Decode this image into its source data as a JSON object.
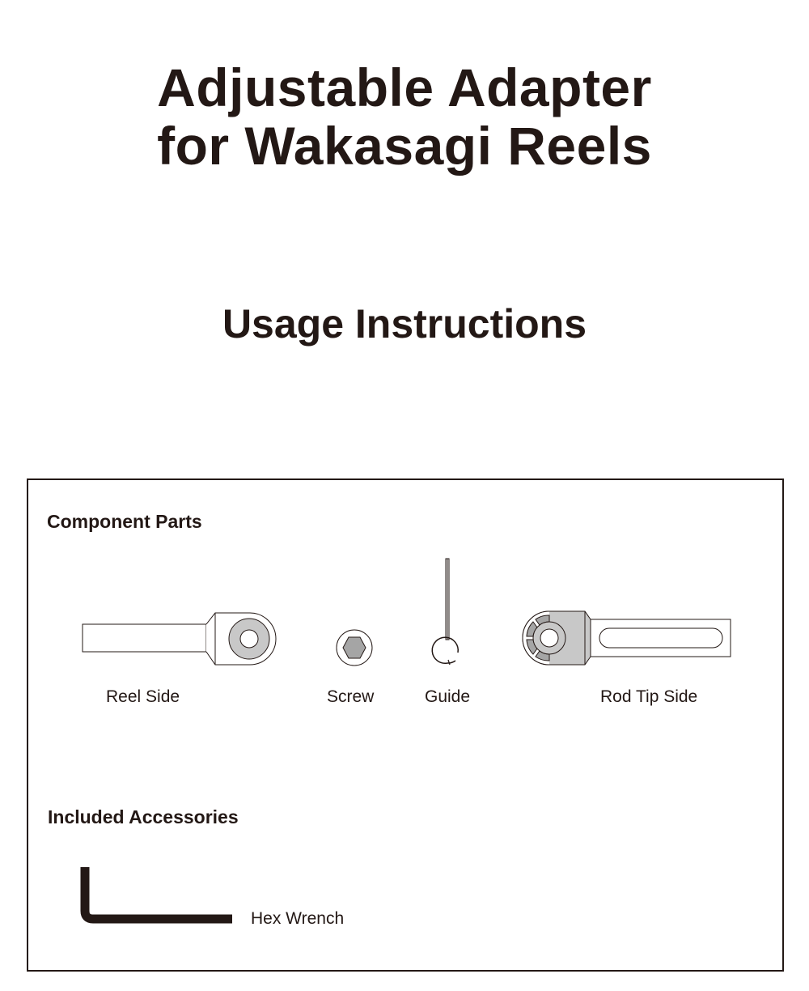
{
  "document": {
    "title_line_1": "Adjustable Adapter",
    "title_line_2": "for Wakasagi Reels",
    "subtitle": "Usage Instructions"
  },
  "panel": {
    "components_heading": "Component Parts",
    "components": [
      {
        "label": "Reel Side",
        "icon": "reel-side-arm-icon"
      },
      {
        "label": "Screw",
        "icon": "hex-screw-icon"
      },
      {
        "label": "Guide",
        "icon": "line-guide-icon"
      },
      {
        "label": "Rod Tip Side",
        "icon": "rod-tip-arm-icon"
      }
    ],
    "accessories_heading": "Included Accessories",
    "accessories": [
      {
        "label": "Hex Wrench",
        "icon": "hex-wrench-icon"
      }
    ]
  },
  "colors": {
    "text": "#231815",
    "line": "#231815",
    "part_gray": "#c8c8c8",
    "hex_gray": "#a5a5a5"
  }
}
